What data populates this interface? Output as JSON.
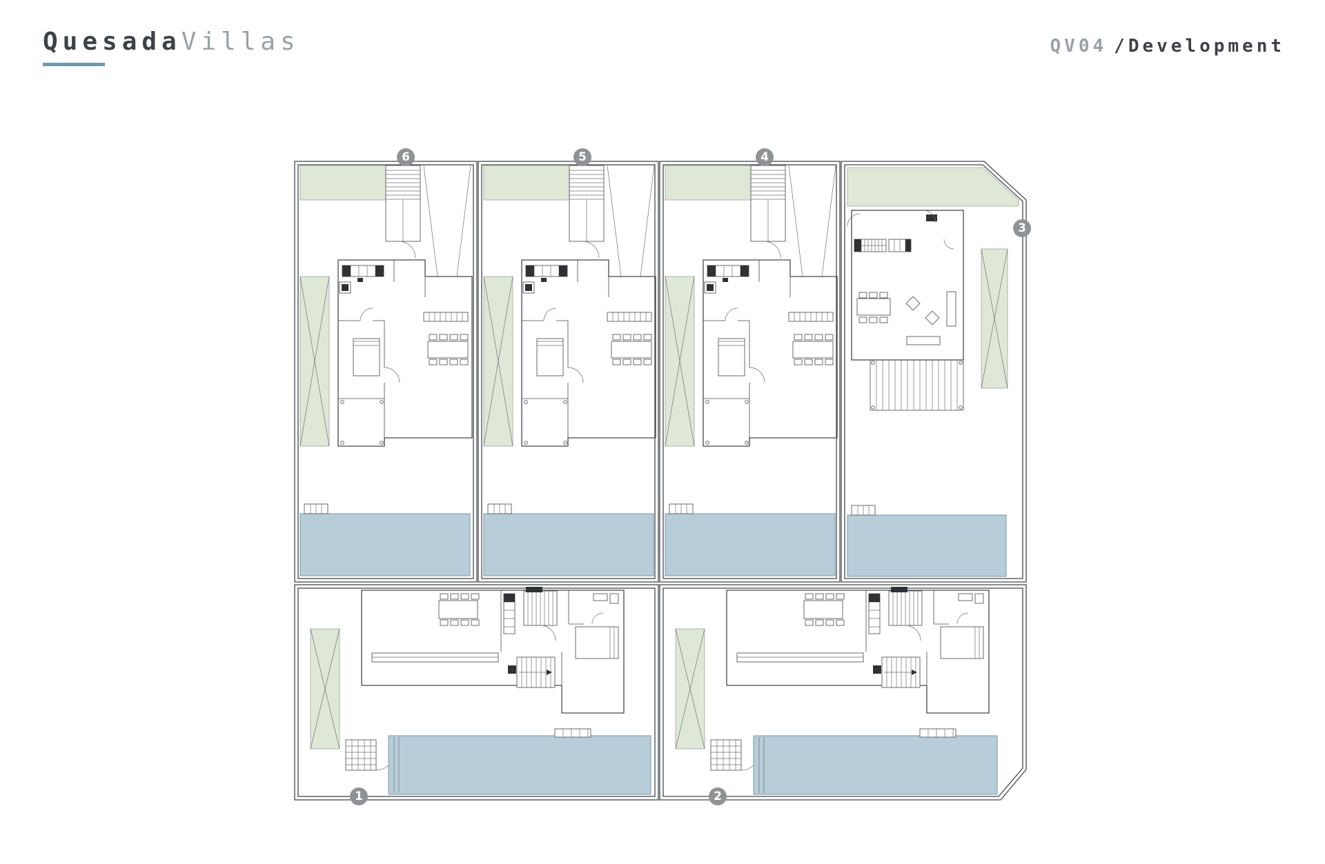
{
  "header": {
    "brand_primary": "Quesada",
    "brand_secondary": "Villas",
    "project_code": "QV04",
    "project_separator": "/",
    "project_name": "Development"
  },
  "plan": {
    "plots": [
      {
        "number": "1"
      },
      {
        "number": "2"
      },
      {
        "number": "3"
      },
      {
        "number": "4"
      },
      {
        "number": "5"
      },
      {
        "number": "6"
      }
    ]
  },
  "theme": {
    "accent": "#6f9aab",
    "brand-dark": "#3b4347",
    "brand-gray": "#98a2a7",
    "green": "#dfe8d7",
    "pool": "#b7cdda",
    "badge": "#8e9396"
  }
}
